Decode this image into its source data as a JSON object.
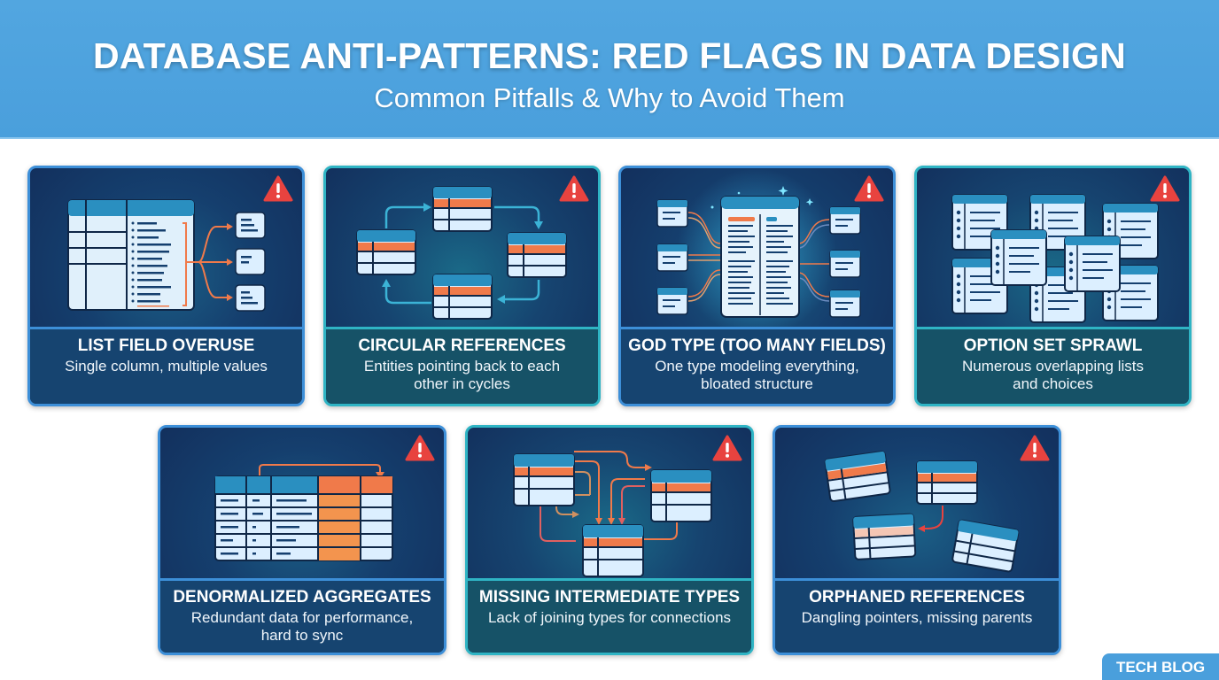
{
  "header": {
    "title": "DATABASE ANTI-PATTERNS: RED FLAGS IN DATA DESIGN",
    "subtitle": "Common Pitfalls & Why to Avoid Them"
  },
  "cards": [
    {
      "title": "LIST FIELD OVERUSE",
      "desc_lines": [
        "Single column, multiple values"
      ],
      "icon": "list-field-table-icon",
      "alert": "warning-triangle-icon"
    },
    {
      "title": "CIRCULAR REFERENCES",
      "desc_lines": [
        "Entities pointing back to each",
        "other in cycles"
      ],
      "icon": "circular-tables-icon",
      "alert": "warning-triangle-icon"
    },
    {
      "title": "GOD TYPE (TOO MANY FIELDS)",
      "desc_lines": [
        "One type modeling everything,",
        "bloated structure"
      ],
      "icon": "god-type-table-icon",
      "alert": "warning-triangle-icon"
    },
    {
      "title": "OPTION SET SPRAWL",
      "desc_lines": [
        "Numerous overlapping lists",
        "and choices"
      ],
      "icon": "overlapping-lists-icon",
      "alert": "warning-triangle-icon"
    },
    {
      "title": "DENORMALIZED AGGREGATES",
      "desc_lines": [
        "Redundant data for performance,",
        "hard to sync"
      ],
      "icon": "denormalized-table-icon",
      "alert": "warning-triangle-icon"
    },
    {
      "title": "MISSING INTERMEDIATE TYPES",
      "desc_lines": [
        "Lack of joining types for connections"
      ],
      "icon": "tangled-links-icon",
      "alert": "warning-triangle-icon"
    },
    {
      "title": "ORPHANED REFERENCES",
      "desc_lines": [
        "Dangling pointers, missing parents"
      ],
      "icon": "orphaned-tables-icon",
      "alert": "warning-triangle-icon"
    }
  ],
  "badge": {
    "label": "TECH BLOG"
  },
  "colors": {
    "header_bg": "#4a9fdc",
    "card_bg": "#153f6e",
    "border_blue": "#3d8fd8",
    "border_teal": "#2fb4c4",
    "accent_orange": "#f07a4a",
    "warning_red": "#e8433f",
    "table_header": "#2a8fc0",
    "table_cell": "#dcefff"
  }
}
